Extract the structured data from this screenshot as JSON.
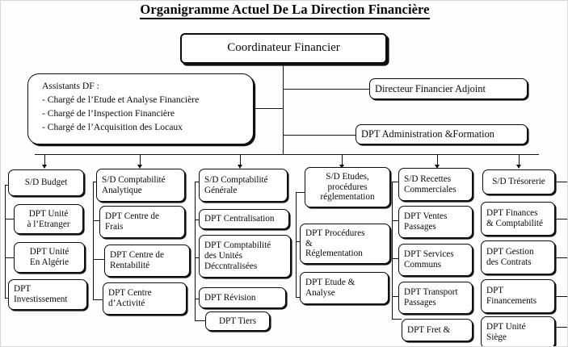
{
  "title": "Organigramme Actuel De La Direction Financière",
  "root": {
    "label": "Coordinateur Financier"
  },
  "staff": {
    "lines": [
      "Assistants DF :",
      "- Chargé de l’Etude et Analyse Financière",
      "- Chargé de l’Inspection Financière",
      "- Chargé de l’Acquisition des Locaux"
    ]
  },
  "right_units": [
    {
      "label": "Directeur Financier Adjoint"
    },
    {
      "label": "DPT Administration &Formation"
    }
  ],
  "columns": [
    {
      "head": [
        "S/D Budget"
      ],
      "items": [
        [
          "DPT  Unité",
          "à l’Etranger"
        ],
        [
          "DPT   Unité",
          "En   Algérie"
        ],
        [
          "DPT",
          "Investissement"
        ]
      ]
    },
    {
      "head": [
        "S/D Comptabilité",
        "Analytique"
      ],
      "items": [
        [
          "DPT  Centre de",
          "Frais"
        ],
        [
          "DPT Centre de",
          "Rentabilité"
        ],
        [
          "DPT Centre",
          "d’Activité"
        ]
      ]
    },
    {
      "head": [
        "S/D Comptabilité",
        "Générale"
      ],
      "items": [
        [
          "DPT Centralisation"
        ],
        [
          "DPT Comptabilité",
          "des Unités",
          "Déccntralisées"
        ],
        [
          "DPT  Révision"
        ],
        [
          "DPT Tiers"
        ]
      ]
    },
    {
      "head": [
        "S/D Etudes,",
        "procédures",
        "réglementation"
      ],
      "items": [
        [
          "DPT  Procédures",
          "&",
          "Réglementation"
        ],
        [
          "DPT  Etude &",
          "Analyse"
        ]
      ]
    },
    {
      "head": [
        "S/D Recettes",
        "Commerciales"
      ],
      "items": [
        [
          "DPT  Ventes",
          "Passages"
        ],
        [
          "DPT   Services",
          "Communs"
        ],
        [
          "DPT  Transport",
          "Passages"
        ],
        [
          "DPT  Fret &"
        ]
      ]
    },
    {
      "head": [
        "S/D Trésorerie"
      ],
      "items": [
        [
          "DPT  Finances",
          "& Comptabilité"
        ],
        [
          "DPT  Gestion",
          "des Contrats"
        ],
        [
          "DPT",
          "Financements"
        ],
        [
          "DPT  Unité",
          "Siège"
        ]
      ]
    }
  ]
}
